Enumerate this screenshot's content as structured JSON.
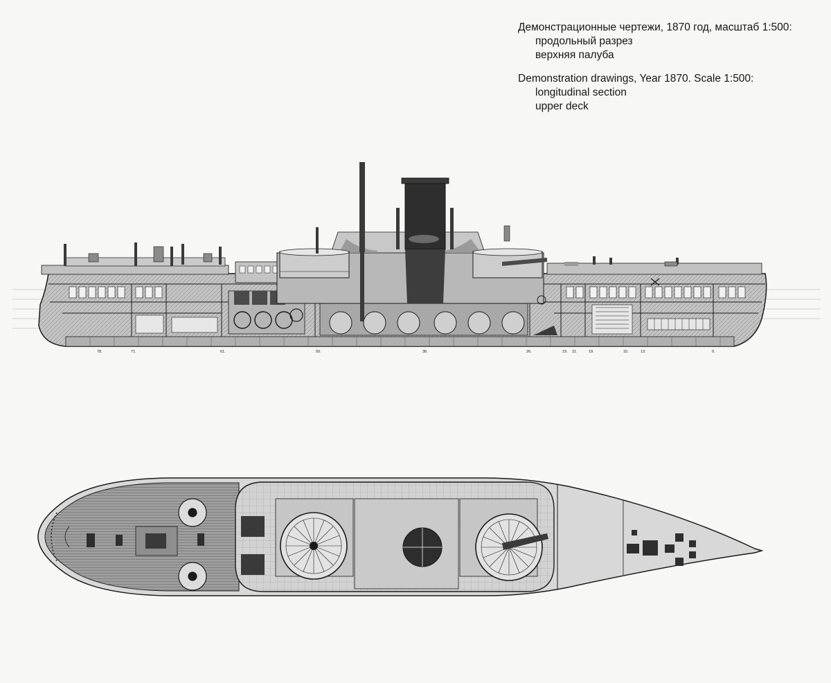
{
  "caption": {
    "ru": {
      "heading": "Демонстрационные чертежи, 1870 год, масштаб 1:500:",
      "items": [
        "продольный разрез",
        "верхняя палуба"
      ]
    },
    "en": {
      "heading": "Demonstration drawings, Year 1870. Scale 1:500:",
      "items": [
        "longitudinal section",
        "upper deck"
      ]
    }
  },
  "frame_numbers": [
    "78.",
    "71.",
    "61.",
    "50.",
    "38.",
    "26.",
    "23.",
    "21.",
    "19.",
    "15.",
    "13.",
    "0."
  ],
  "colors": {
    "paper": "#f7f7f5",
    "ink": "#1a1a1a",
    "hull_tone": "#bdbdbd",
    "deck_tone": "#cfcfcf",
    "dark_tone": "#4a4a4a"
  }
}
